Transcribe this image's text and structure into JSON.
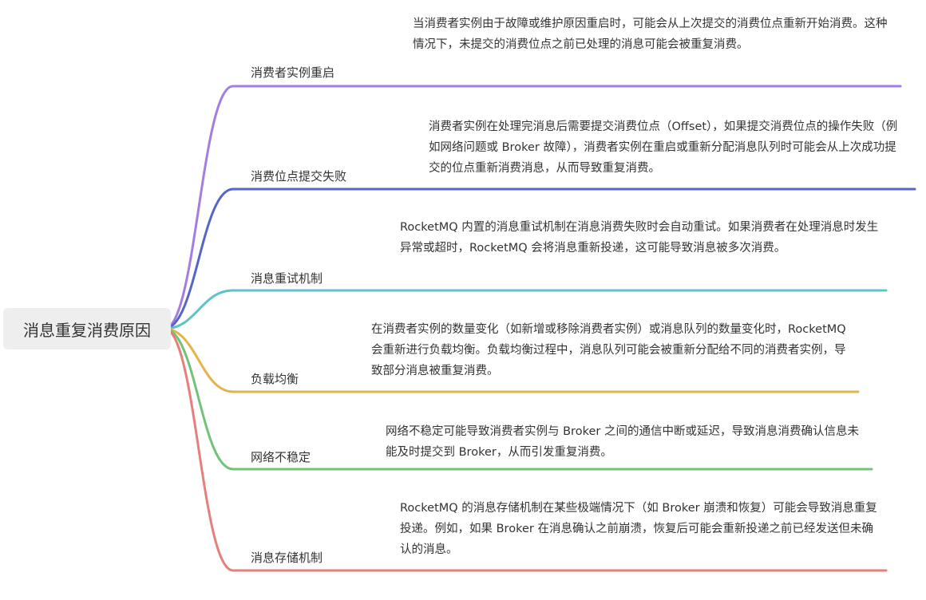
{
  "root": {
    "label": "消息重复消费原因"
  },
  "branches": [
    {
      "topic": "消费者实例重启",
      "color": "#a37ee0",
      "desc": "当消费者实例由于故障或维护原因重启时，可能会从上次提交的消费位点重新开始消费。这种情况下，未提交的消费位点之前已处理的消息可能会被重复消费。"
    },
    {
      "topic": "消费位点提交失败",
      "color": "#5565c8",
      "desc": "消费者实例在处理完消息后需要提交消费位点（Offset），如果提交消费位点的操作失败（例如网络问题或 Broker 故障），消费者实例在重启或重新分配消息队列时可能会从上次成功提交的位点重新消费消息，从而导致重复消费。"
    },
    {
      "topic": "消息重试机制",
      "color": "#5fc2c4",
      "desc": "RocketMQ 内置的消息重试机制在消息消费失败时会自动重试。如果消费者在处理消息时发生异常或超时，RocketMQ 会将消息重新投递，这可能导致消息被多次消费。"
    },
    {
      "topic": "负载均衡",
      "color": "#e2b54a",
      "desc": "在消费者实例的数量变化（如新增或移除消费者实例）或消息队列的数量变化时，RocketMQ 会重新进行负载均衡。负载均衡过程中，消息队列可能会被重新分配给不同的消费者实例，导致部分消息被重复消费。"
    },
    {
      "topic": "网络不稳定",
      "color": "#72c27a",
      "desc": "网络不稳定可能导致消费者实例与 Broker 之间的通信中断或延迟，导致消息消费确认信息未能及时提交到 Broker，从而引发重复消费。"
    },
    {
      "topic": "消息存储机制",
      "color": "#e57f7c",
      "desc": "RocketMQ 的消息存储机制在某些极端情况下（如 Broker 崩溃和恢复）可能会导致消息重复投递。例如，如果 Broker 在消息确认之前崩溃，恢复后可能会重新投递之前已经发送但未确认的消息。"
    }
  ]
}
